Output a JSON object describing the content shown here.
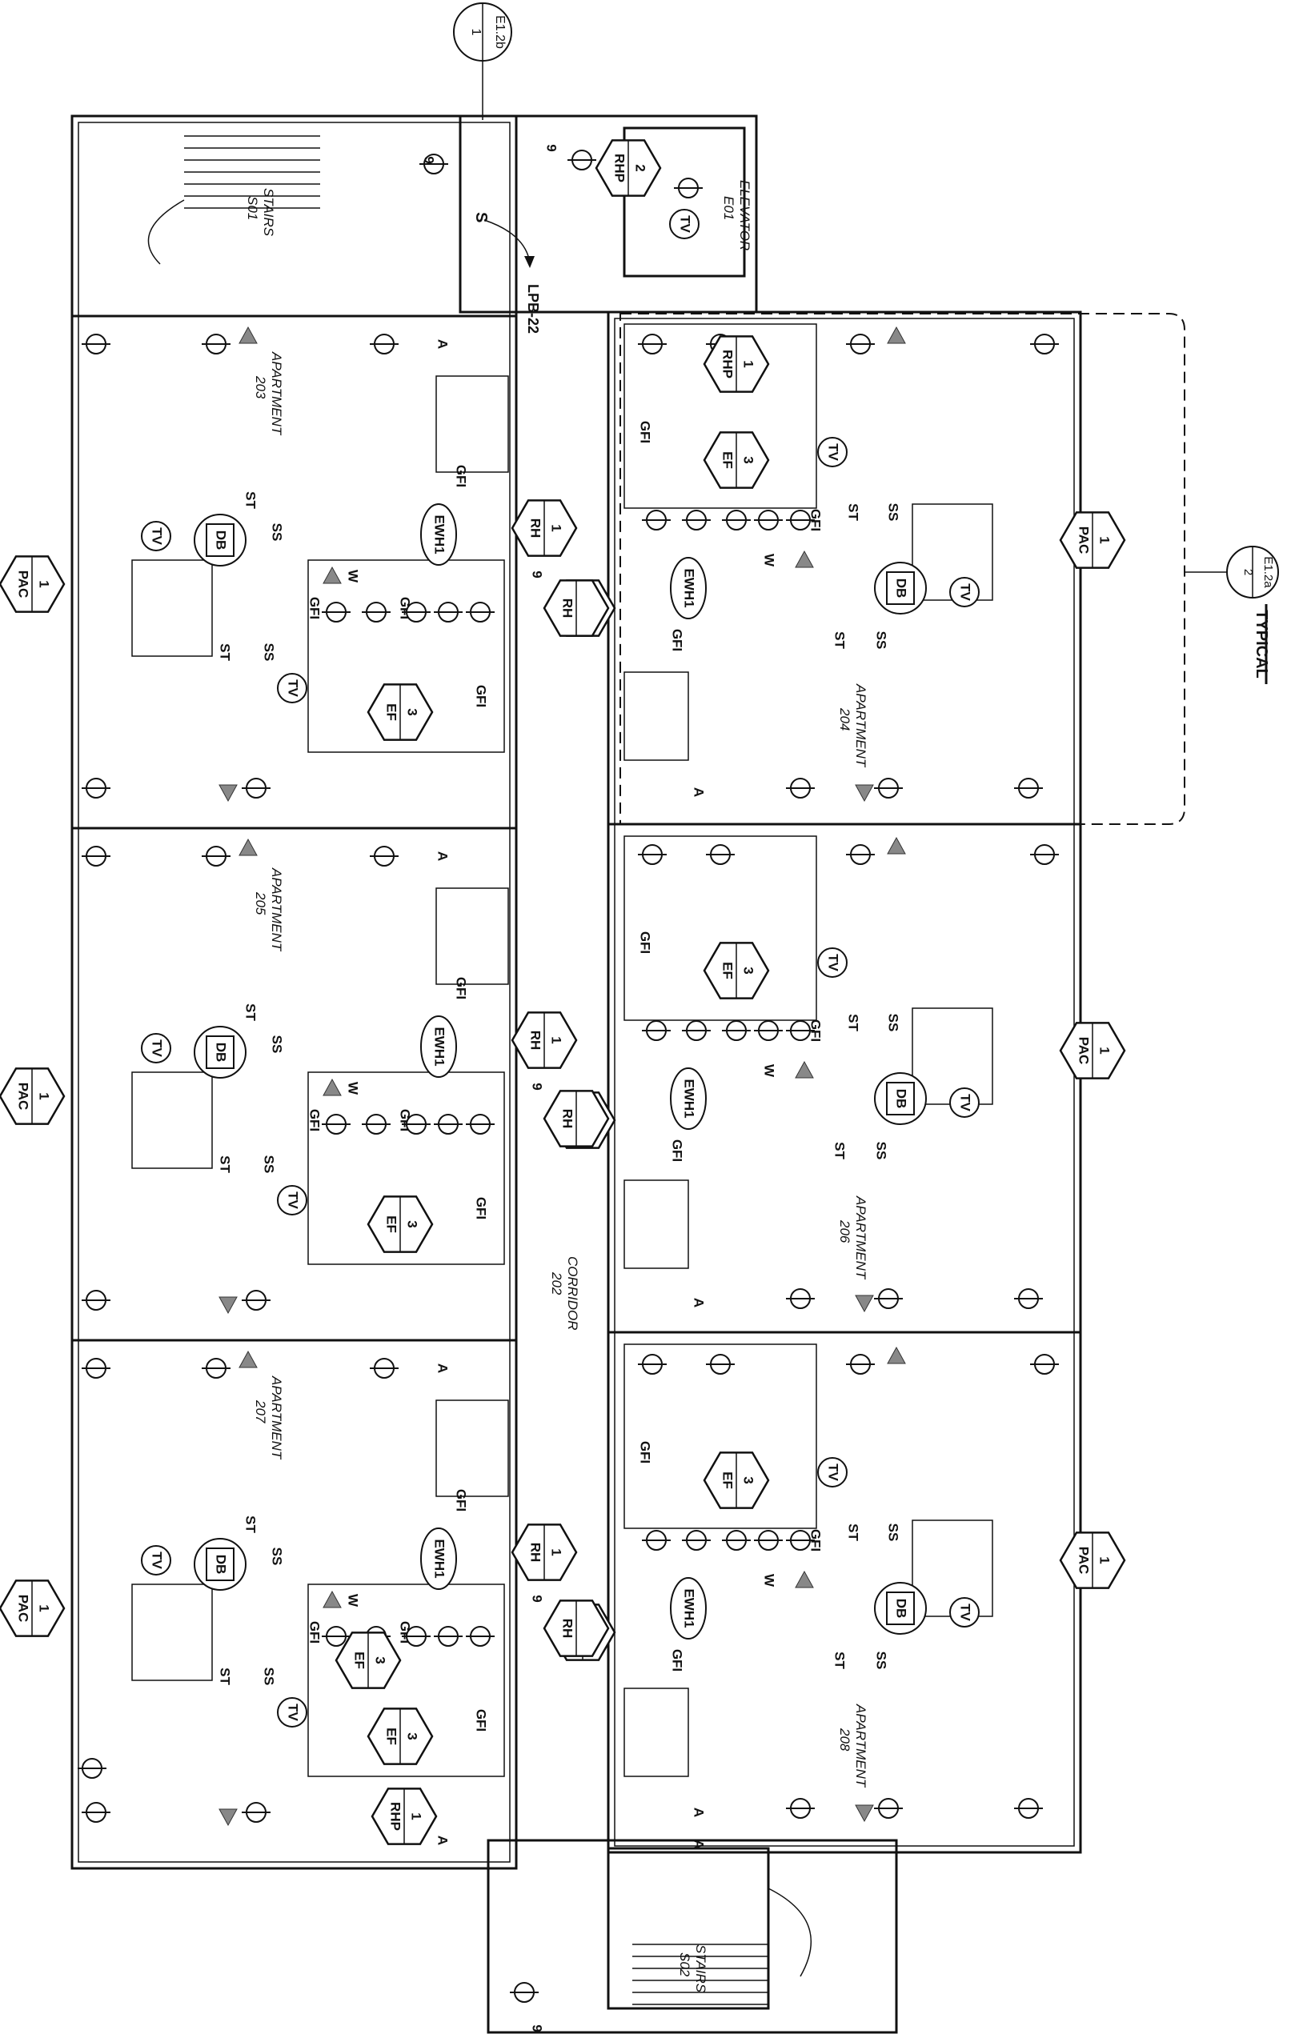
{
  "rooms": {
    "stairs_top": [
      "STAIRS",
      "S01"
    ],
    "elevator": [
      "ELEVATOR",
      "E01"
    ],
    "apt203": [
      "APARTMENT",
      "203"
    ],
    "apt204": [
      "APARTMENT",
      "204"
    ],
    "apt205": [
      "APARTMENT",
      "205"
    ],
    "apt206": [
      "APARTMENT",
      "206"
    ],
    "apt207": [
      "APARTMENT",
      "207"
    ],
    "apt208": [
      "APARTMENT",
      "208"
    ],
    "corridor": [
      "CORRIDOR",
      "202"
    ],
    "stairs_bottom": [
      "STAIRS",
      "S02"
    ]
  },
  "callouts": {
    "section1": {
      "num": "1",
      "sheet": "E1.2b"
    },
    "section2": {
      "num": "2",
      "sheet": "E1.2a"
    },
    "typical": "TYPICAL",
    "panel": "LPB-22"
  },
  "tags": {
    "pac": "PAC",
    "rh": "RH",
    "rhp": "RHP",
    "ef": "EF",
    "ewh": "EWH1",
    "db": "DB",
    "tv": "TV",
    "gfi": "GFI",
    "ss": "SS",
    "st": "ST",
    "w": "W",
    "a": "A",
    "s": "S",
    "one": "1",
    "two": "2",
    "three": "3",
    "nine": "9"
  }
}
